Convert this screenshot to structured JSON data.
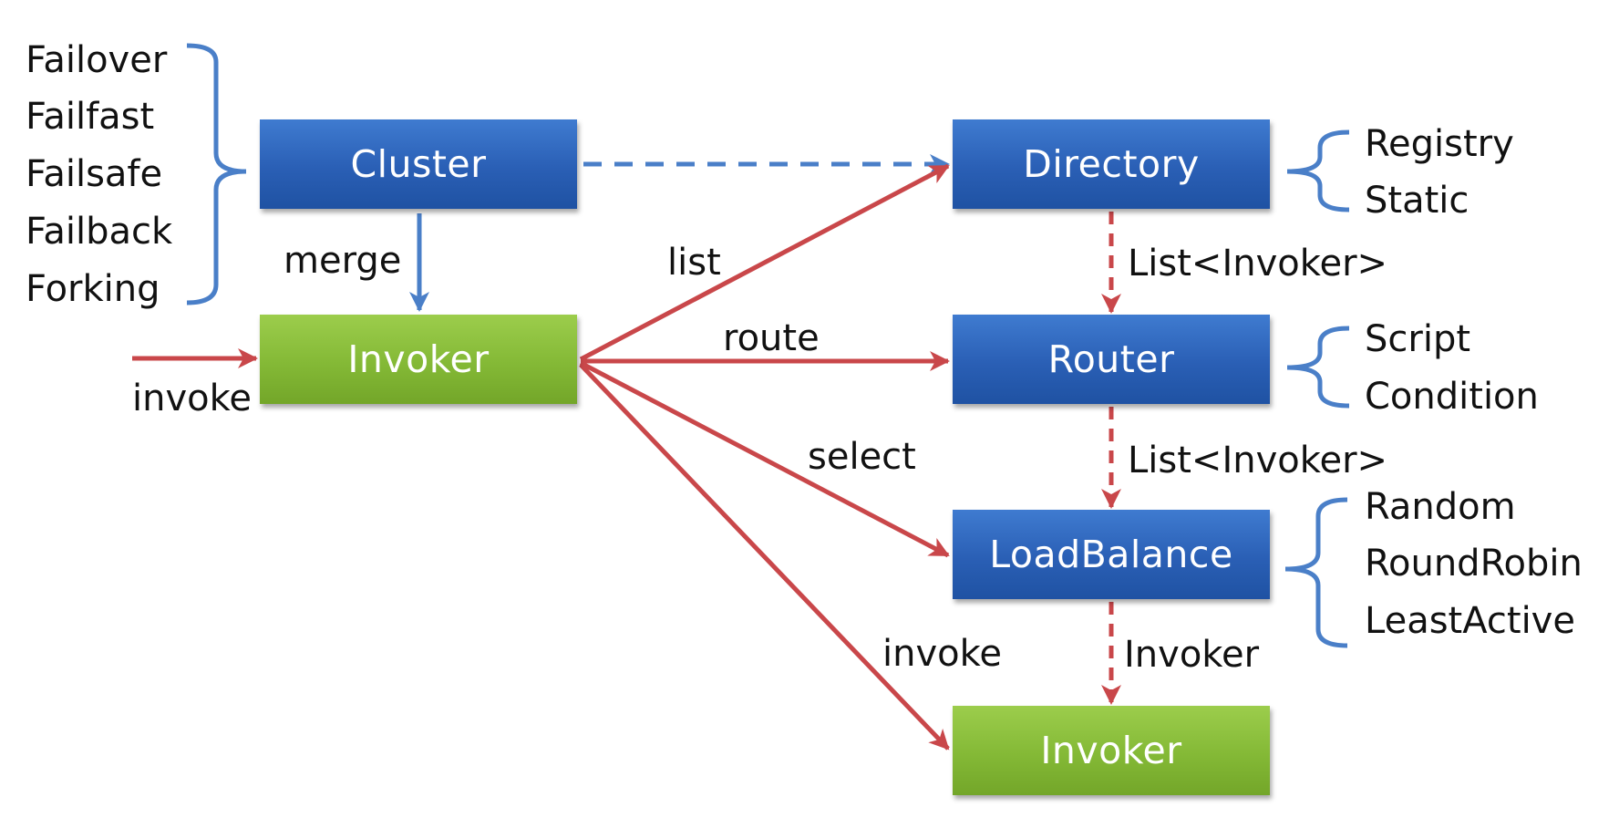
{
  "boxes": {
    "cluster": "Cluster",
    "invoker_main": "Invoker",
    "directory": "Directory",
    "router": "Router",
    "loadbalance": "LoadBalance",
    "invoker_end": "Invoker"
  },
  "cluster_strategies": [
    "Failover",
    "Failfast",
    "Failsafe",
    "Failback",
    "Forking"
  ],
  "directory_types": [
    "Registry",
    "Static"
  ],
  "router_types": [
    "Script",
    "Condition"
  ],
  "loadbalance_types": [
    "Random",
    "RoundRobin",
    "LeastActive"
  ],
  "edge_labels": {
    "merge": "merge",
    "invoke_in": "invoke",
    "list": "list",
    "route": "route",
    "select": "select",
    "invoke_out": "invoke",
    "dir_to_router": "List<Invoker>",
    "router_to_lb": "List<Invoker>",
    "lb_to_invoker": "Invoker"
  },
  "colors": {
    "box_blue": "#2a5fb5",
    "box_green": "#84b936",
    "arrow_red": "#c9474a",
    "arrow_blue": "#4a7fc8",
    "brace_blue": "#4a7fc8"
  }
}
